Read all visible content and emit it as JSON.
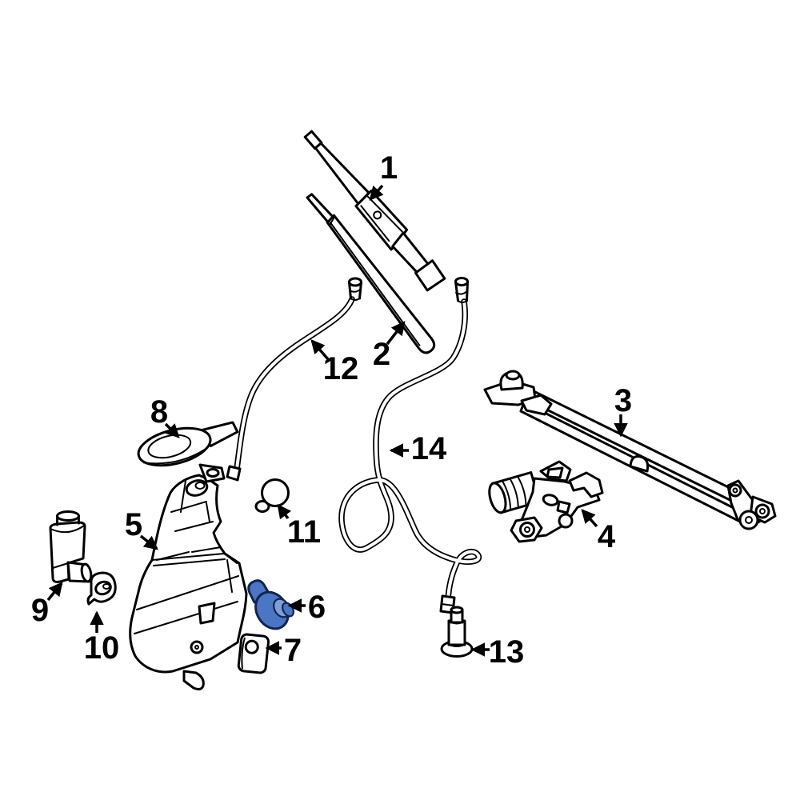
{
  "diagram": {
    "background": "#ffffff",
    "line_color": "#000000",
    "highlight": {
      "fill": "#4b76c5",
      "fill_light": "#7e9fd8",
      "stroke": "#12244e"
    },
    "callouts": [
      {
        "num": "1",
        "part": "wiper-blade"
      },
      {
        "num": "2",
        "part": "wiper-arm"
      },
      {
        "num": "3",
        "part": "wiper-linkage"
      },
      {
        "num": "4",
        "part": "wiper-motor"
      },
      {
        "num": "5",
        "part": "washer-reservoir"
      },
      {
        "num": "6",
        "part": "screw-highlighted"
      },
      {
        "num": "7",
        "part": "spacer-plate"
      },
      {
        "num": "8",
        "part": "reservoir-cap"
      },
      {
        "num": "9",
        "part": "washer-pump"
      },
      {
        "num": "10",
        "part": "grommet"
      },
      {
        "num": "11",
        "part": "retainer-clip"
      },
      {
        "num": "12",
        "part": "washer-hose-short"
      },
      {
        "num": "13",
        "part": "mounting-bolt"
      },
      {
        "num": "14",
        "part": "washer-hose-long"
      }
    ]
  }
}
